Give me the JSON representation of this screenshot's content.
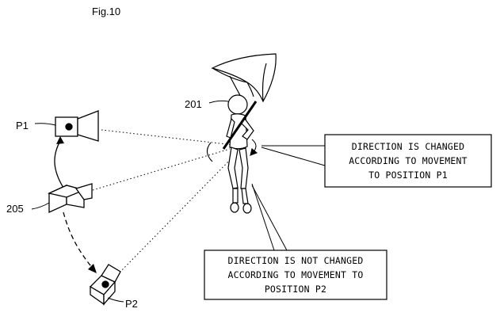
{
  "figure": {
    "title": "Fig.10",
    "labels": {
      "character": "201",
      "camera_origin": "205",
      "position_1": "P1",
      "position_2": "P2"
    },
    "callouts": [
      {
        "lines": [
          "DIRECTION IS CHANGED",
          "ACCORDING TO MOVEMENT",
          "TO POSITION P1"
        ]
      },
      {
        "lines": [
          "DIRECTION IS NOT CHANGED",
          "ACCORDING TO MOVEMENT TO",
          "POSITION P2"
        ]
      }
    ]
  }
}
